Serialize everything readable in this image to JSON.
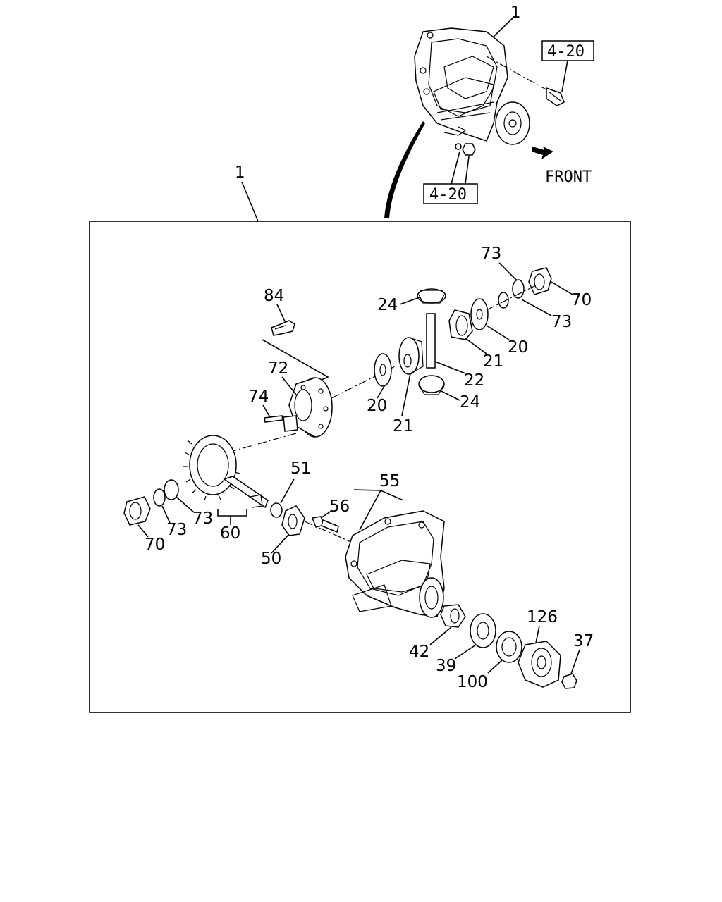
{
  "top_assembly": {
    "label": "1",
    "ref_top": "4-20",
    "ref_bottom": "4-20",
    "front_label": "FRONT"
  },
  "detail_box": {
    "label": "1"
  },
  "parts": {
    "p84": "84",
    "p72": "72",
    "p74": "74",
    "p24_top": "24",
    "p24_bottom": "24",
    "p73_top_a": "73",
    "p73_top_b": "73",
    "p70_top": "70",
    "p20_right": "20",
    "p20_left": "20",
    "p21_right": "21",
    "p21_left": "21",
    "p22": "22",
    "p51": "51",
    "p55": "55",
    "p56": "56",
    "p70_left": "70",
    "p73_left_a": "73",
    "p73_left_b": "73",
    "p60": "60",
    "p50": "50",
    "p42": "42",
    "p39": "39",
    "p100": "100",
    "p126": "126",
    "p37": "37"
  }
}
